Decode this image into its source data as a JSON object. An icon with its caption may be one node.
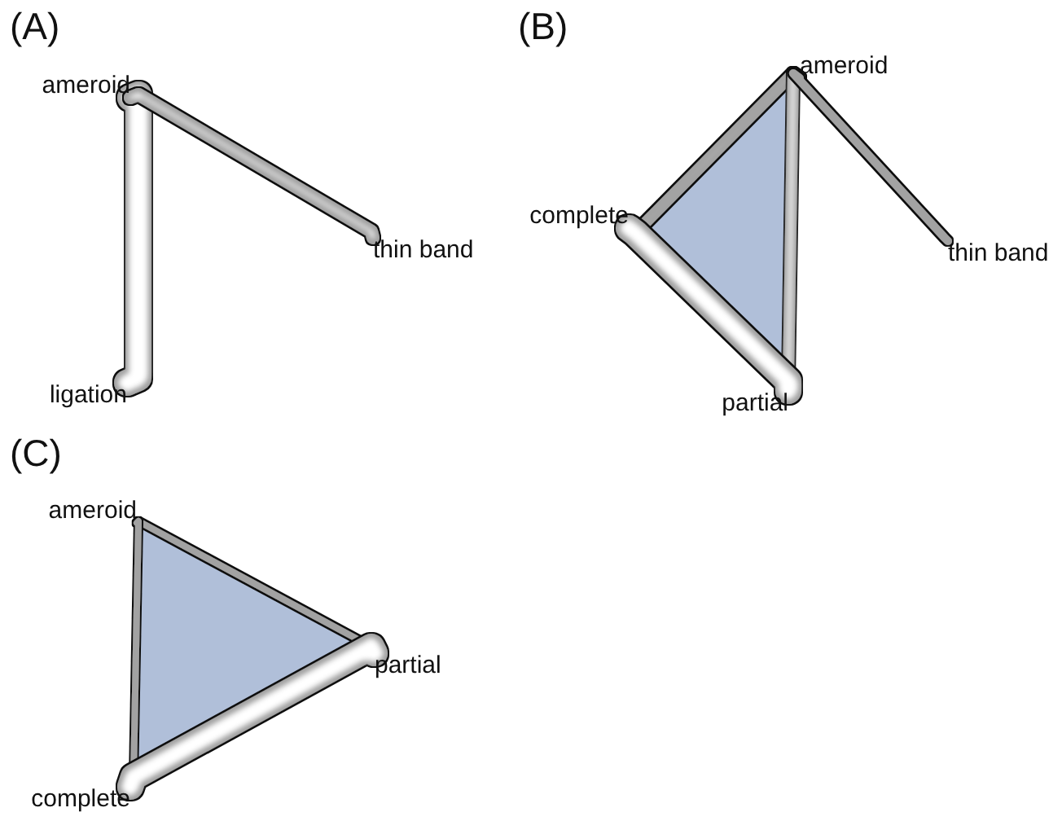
{
  "diagram": {
    "nodes": [
      {
        "text": [
          "ameroid"
        ]
      },
      {
        "text": [
          "thin band"
        ]
      },
      {
        "text": [
          "ligation"
        ]
      },
      {
        "text": [
          "ameroid"
        ]
      },
      {
        "text": [
          "complete"
        ]
      },
      {
        "text": [
          "partial"
        ]
      },
      {
        "text": [
          "thin band"
        ]
      },
      {
        "text": [
          "ameroid"
        ]
      },
      {
        "text": [
          "partial"
        ]
      },
      {
        "text": [
          "complete"
        ]
      }
    ],
    "edges": [
      {
        "from": 0,
        "to": 2,
        "arrow": "none",
        "style": "thick"
      },
      {
        "from": 0,
        "to": 1,
        "arrow": "none"
      },
      {
        "from": 3,
        "to": 4,
        "arrow": "none"
      },
      {
        "from": 3,
        "to": 5,
        "arrow": "none"
      },
      {
        "from": 4,
        "to": 5,
        "arrow": "none",
        "style": "thick"
      },
      {
        "from": 3,
        "to": 6,
        "arrow": "none"
      },
      {
        "from": 7,
        "to": 8,
        "arrow": "none"
      },
      {
        "from": 7,
        "to": 9,
        "arrow": "none"
      },
      {
        "from": 9,
        "to": 8,
        "arrow": "none",
        "style": "thick"
      }
    ],
    "labels": [
      "(A)",
      "(B)",
      "(C)"
    ]
  }
}
